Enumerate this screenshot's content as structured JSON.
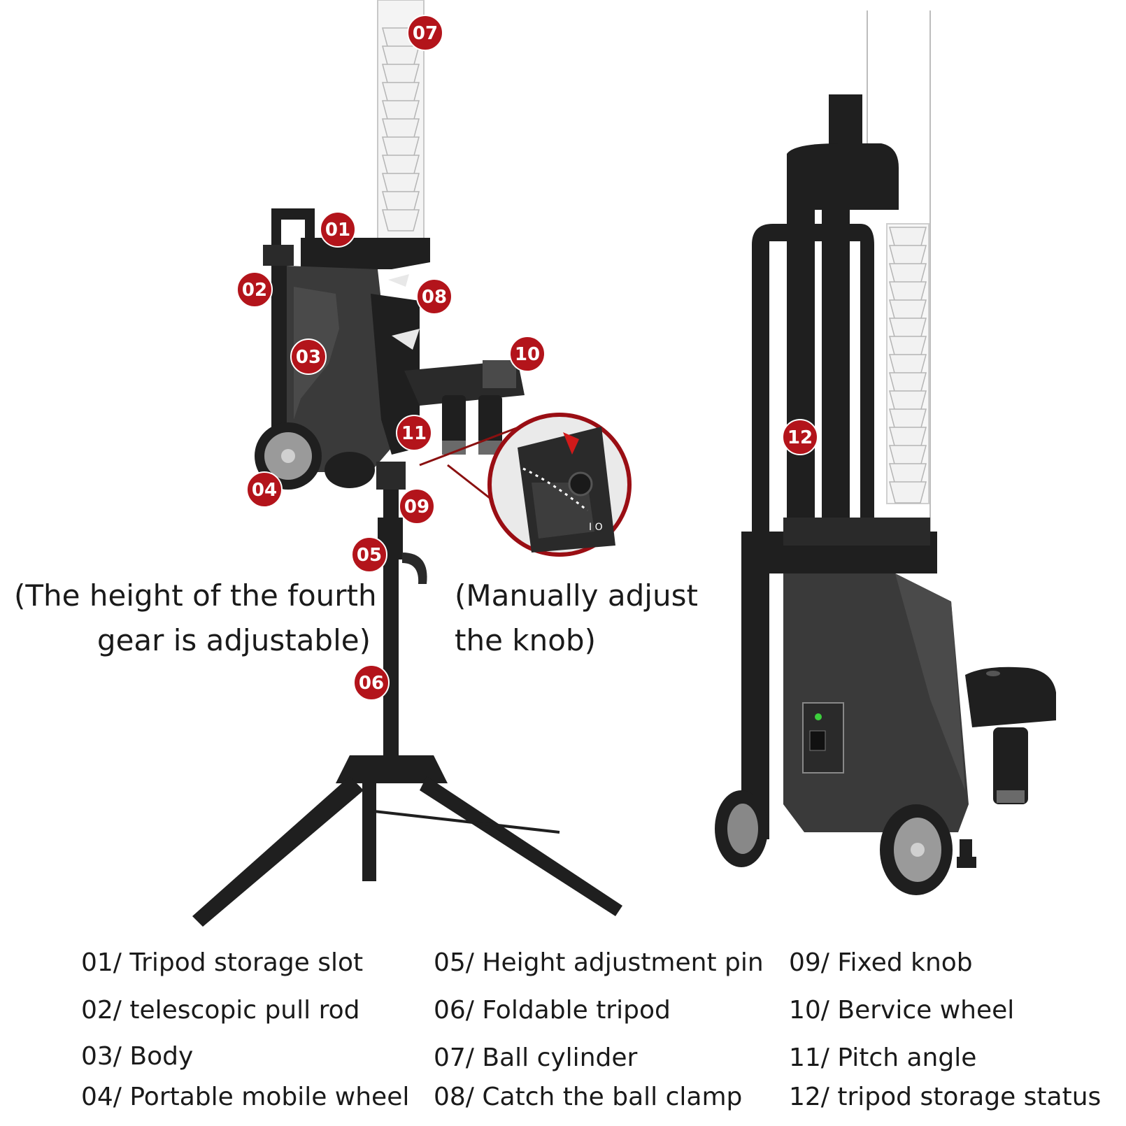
{
  "badges": [
    {
      "id": "01",
      "label": "01"
    },
    {
      "id": "02",
      "label": "02"
    },
    {
      "id": "03",
      "label": "03"
    },
    {
      "id": "04",
      "label": "04"
    },
    {
      "id": "05",
      "label": "05"
    },
    {
      "id": "06",
      "label": "06"
    },
    {
      "id": "07",
      "label": "07"
    },
    {
      "id": "08",
      "label": "08"
    },
    {
      "id": "09",
      "label": "09"
    },
    {
      "id": "10",
      "label": "10"
    },
    {
      "id": "11",
      "label": "11"
    },
    {
      "id": "12",
      "label": "12"
    }
  ],
  "notes": {
    "left_line1": "(The height of the fourth",
    "left_line2": "gear is adjustable)",
    "right_line1": "(Manually adjust",
    "right_line2": "the knob)"
  },
  "legend": [
    "01/ Tripod storage slot",
    "02/ telescopic pull rod",
    "03/ Body",
    "04/ Portable mobile wheel",
    "05/ Height adjustment pin",
    "06/ Foldable tripod",
    "07/ Ball cylinder",
    "08/ Catch the ball clamp",
    "09/ Fixed knob",
    "10/ Bervice wheel",
    "11/ Pitch angle",
    "12/ tripod storage status"
  ],
  "colors": {
    "badge": "#b3141b",
    "machine": "#1f1f1f",
    "machine_mid": "#3a3a3a",
    "tube": "#d9d9d9",
    "shuttle": "#f2f2f2",
    "callout_line": "#8a1010"
  },
  "zoom_inset": {
    "switch_label": "I O"
  }
}
